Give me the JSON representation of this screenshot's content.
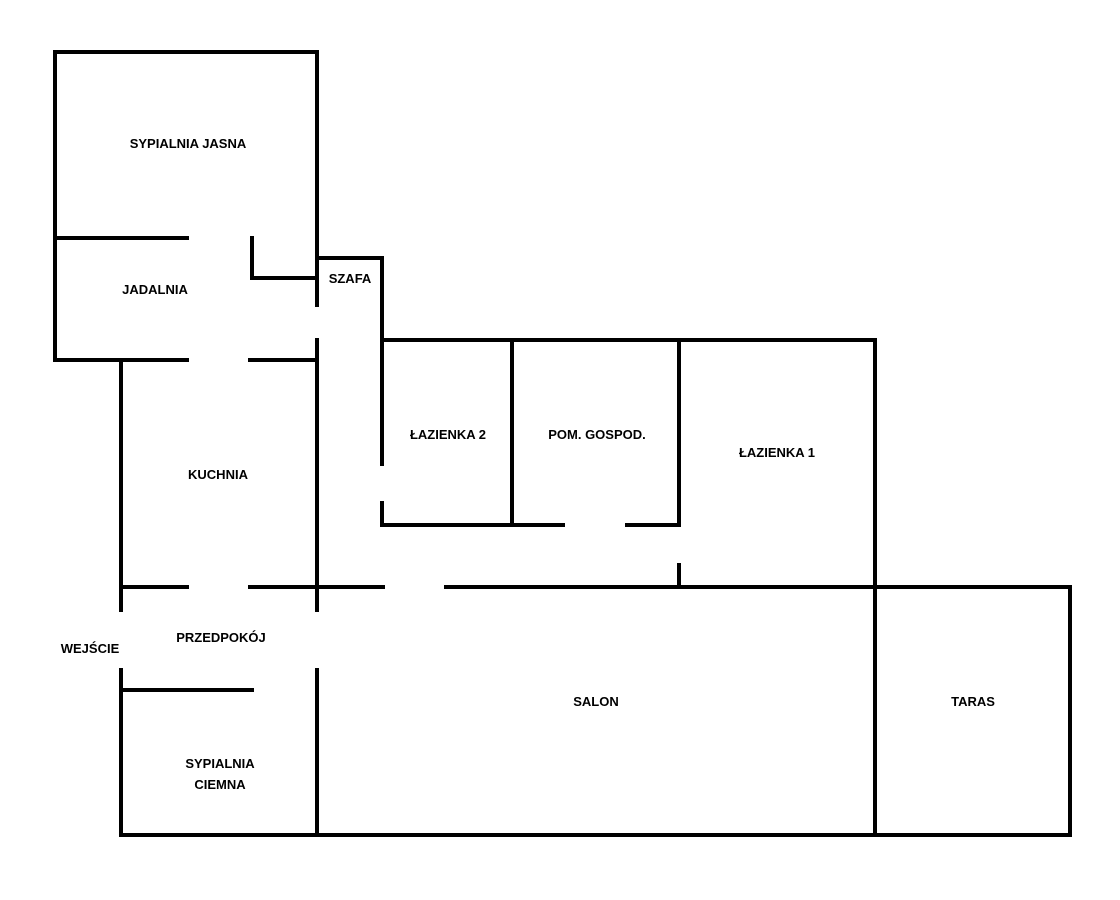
{
  "plan": {
    "rooms": {
      "sypialnia_jasna": "SYPIALNIA JASNA",
      "jadalnia": "JADALNIA",
      "szafa": "SZAFA",
      "kuchnia": "KUCHNIA",
      "lazienka_2": "ŁAZIENKA 2",
      "pom_gospod": "POM. GOSPOD.",
      "lazienka_1": "ŁAZIENKA 1",
      "wejscie": "WEJŚCIE",
      "przedpokoj": "PRZEDPOKÓJ",
      "salon": "SALON",
      "taras": "TARAS",
      "sypialnia_ciemna_line1": "SYPIALNIA",
      "sypialnia_ciemna_line2": "CIEMNA"
    }
  },
  "style": {
    "wall_color": "#000000",
    "background_color": "#ffffff"
  }
}
